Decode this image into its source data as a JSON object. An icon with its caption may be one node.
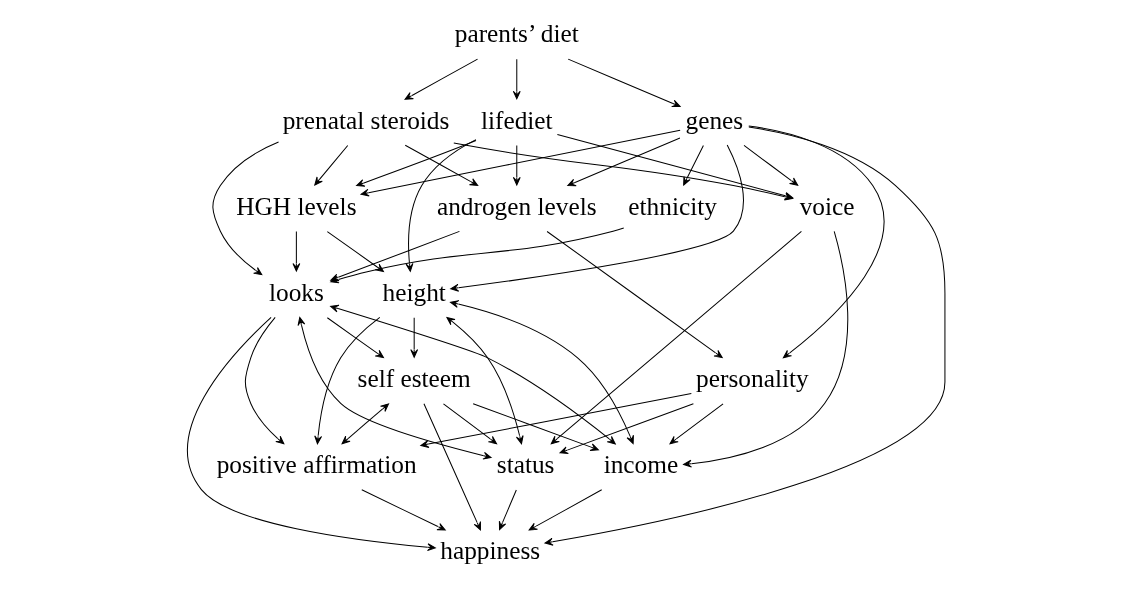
{
  "diagram": {
    "nodes": [
      {
        "text": [
          "parents’ diet"
        ]
      },
      {
        "text": [
          "genes"
        ]
      },
      {
        "text": [
          "prenatal steroids"
        ]
      },
      {
        "text": [
          "lifediet"
        ]
      },
      {
        "text": [
          "androgen levels"
        ]
      },
      {
        "text": [
          "HGH levels"
        ]
      },
      {
        "text": [
          "ethnicity"
        ]
      },
      {
        "text": [
          "voice"
        ]
      },
      {
        "text": [
          "height"
        ]
      },
      {
        "text": [
          "looks"
        ]
      },
      {
        "text": [
          "personality"
        ]
      },
      {
        "text": [
          "self esteem"
        ]
      },
      {
        "text": [
          "positive affirmation"
        ]
      },
      {
        "text": [
          "income"
        ]
      },
      {
        "text": [
          "status"
        ]
      },
      {
        "text": [
          "happiness"
        ]
      }
    ],
    "edges": [
      {
        "from": 0,
        "to": 1,
        "arrow": "to"
      },
      {
        "from": 0,
        "to": 2,
        "arrow": "to"
      },
      {
        "from": 0,
        "to": 3,
        "arrow": "to"
      },
      {
        "from": 1,
        "to": 4,
        "arrow": "to"
      },
      {
        "from": 1,
        "to": 5,
        "arrow": "to"
      },
      {
        "from": 1,
        "to": 8,
        "arrow": "to"
      },
      {
        "from": 1,
        "to": 10,
        "arrow": "to"
      },
      {
        "from": 1,
        "to": 6,
        "arrow": "to"
      },
      {
        "from": 1,
        "to": 7,
        "arrow": "to"
      },
      {
        "from": 1,
        "to": 15,
        "arrow": "to"
      },
      {
        "from": 2,
        "to": 4,
        "arrow": "to"
      },
      {
        "from": 2,
        "to": 5,
        "arrow": "to"
      },
      {
        "from": 2,
        "to": 9,
        "arrow": "to"
      },
      {
        "from": 2,
        "to": 7,
        "arrow": "to"
      },
      {
        "from": 3,
        "to": 4,
        "arrow": "to"
      },
      {
        "from": 3,
        "to": 5,
        "arrow": "to"
      },
      {
        "from": 3,
        "to": 8,
        "arrow": "to"
      },
      {
        "from": 3,
        "to": 7,
        "arrow": "to"
      },
      {
        "from": 4,
        "to": 10,
        "arrow": "to"
      },
      {
        "from": 4,
        "to": 9,
        "arrow": "to"
      },
      {
        "from": 5,
        "to": 8,
        "arrow": "to"
      },
      {
        "from": 5,
        "to": 9,
        "arrow": "to"
      },
      {
        "from": 6,
        "to": 9,
        "arrow": "to"
      },
      {
        "from": 7,
        "to": 13,
        "arrow": "to"
      },
      {
        "from": 7,
        "to": 14,
        "arrow": "to"
      },
      {
        "from": 8,
        "to": 11,
        "arrow": "to"
      },
      {
        "from": 8,
        "to": 12,
        "arrow": "to"
      },
      {
        "from": 9,
        "to": 11,
        "arrow": "to"
      },
      {
        "from": 9,
        "to": 12,
        "arrow": "to"
      },
      {
        "from": 9,
        "to": 15,
        "arrow": "to"
      },
      {
        "from": 9,
        "to": 14,
        "arrow": "both"
      },
      {
        "from": 9,
        "to": 13,
        "arrow": "both"
      },
      {
        "from": 8,
        "to": 14,
        "arrow": "both"
      },
      {
        "from": 8,
        "to": 13,
        "arrow": "both"
      },
      {
        "from": 10,
        "to": 12,
        "arrow": "to"
      },
      {
        "from": 10,
        "to": 13,
        "arrow": "to"
      },
      {
        "from": 10,
        "to": 14,
        "arrow": "to"
      },
      {
        "from": 11,
        "to": 12,
        "arrow": "both"
      },
      {
        "from": 11,
        "to": 13,
        "arrow": "to"
      },
      {
        "from": 11,
        "to": 14,
        "arrow": "to"
      },
      {
        "from": 11,
        "to": 15,
        "arrow": "to"
      },
      {
        "from": 12,
        "to": 15,
        "arrow": "to"
      },
      {
        "from": 13,
        "to": 15,
        "arrow": "to"
      },
      {
        "from": 14,
        "to": 15,
        "arrow": "to"
      }
    ]
  }
}
